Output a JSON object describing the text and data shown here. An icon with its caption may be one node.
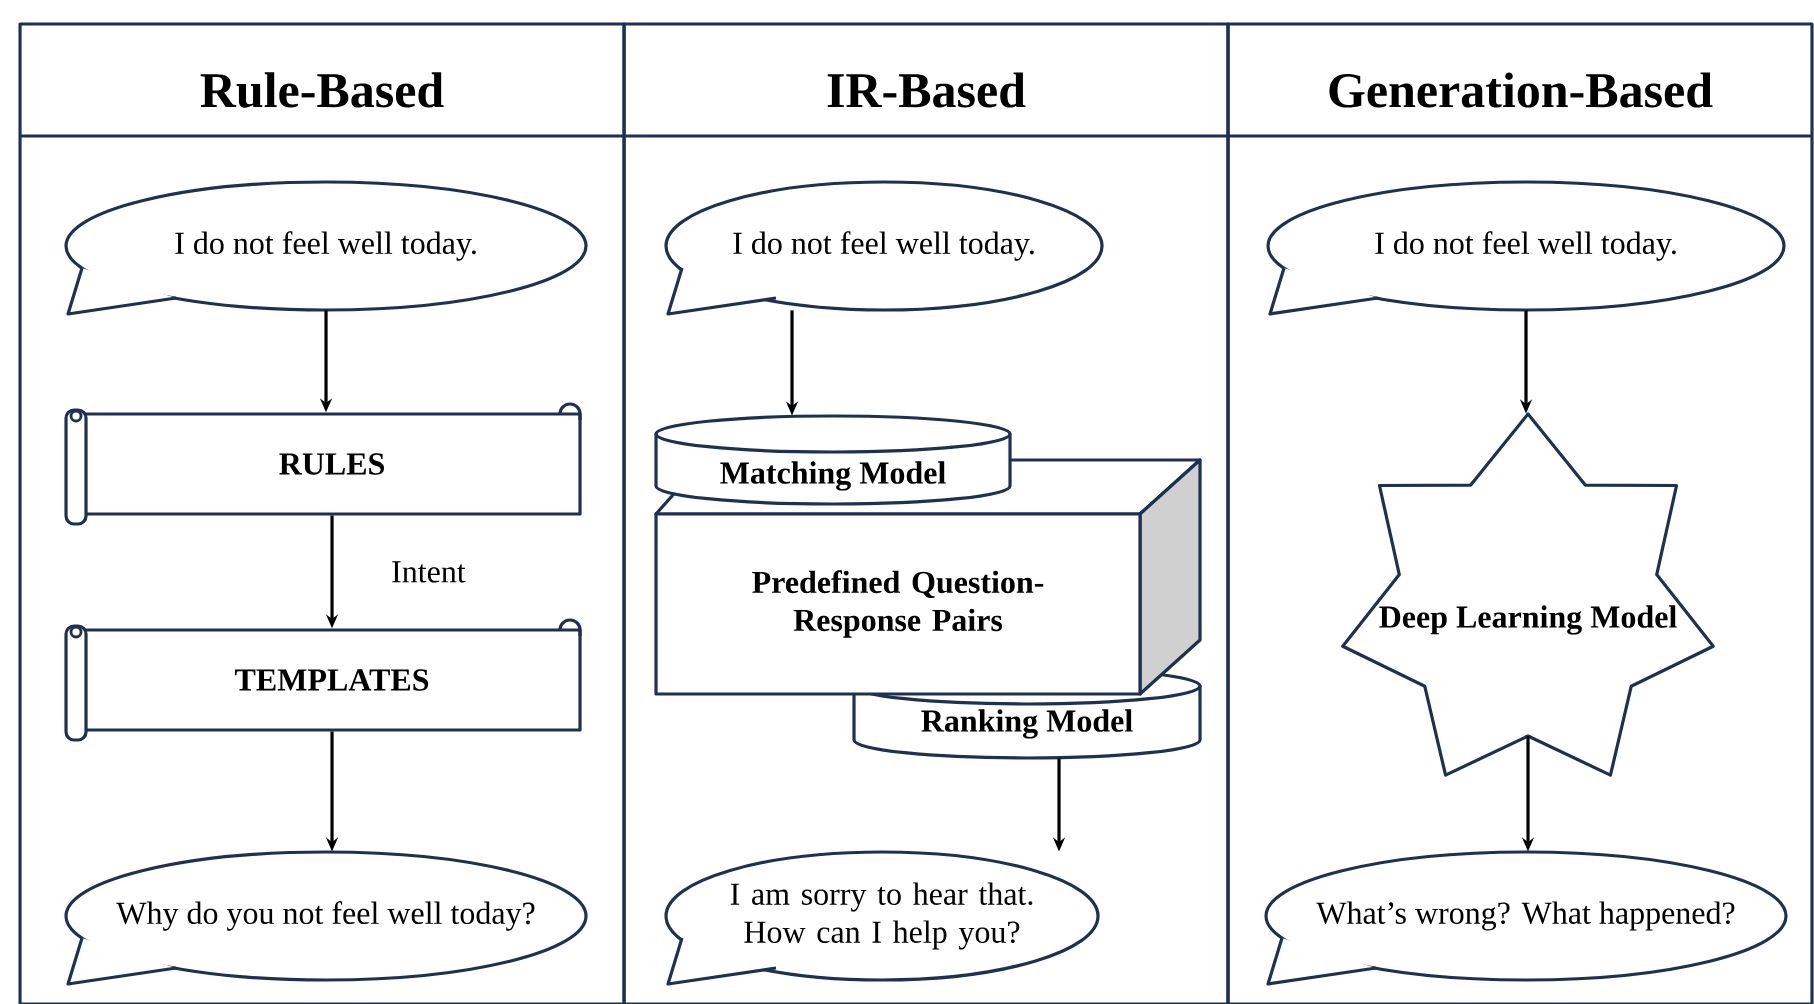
{
  "diagram": {
    "nodes": [
      {
        "text": [
          "Rule-Based"
        ]
      },
      {
        "text": [
          "IR-Based"
        ]
      },
      {
        "text": [
          "Generation-Based"
        ]
      },
      {
        "text": [
          "I do not feel well today."
        ],
        "in": 0
      },
      {
        "text": [
          "RULES"
        ],
        "in": 0
      },
      {
        "text": [
          "TEMPLATES"
        ],
        "in": 0
      },
      {
        "text": [
          "Why do you not feel well today?"
        ],
        "in": 0
      },
      {
        "text": [
          "I do not feel well today."
        ],
        "in": 1
      },
      {
        "text": [
          "Matching Model"
        ],
        "in": 1
      },
      {
        "text": [
          "Predefined Question-Response Pairs"
        ],
        "in": 1
      },
      {
        "text": [
          "Ranking Model"
        ],
        "in": 1
      },
      {
        "text": [
          "I am sorry to hear that. How can I help you?"
        ],
        "in": 1
      },
      {
        "text": [
          "I do not feel well today."
        ],
        "in": 2
      },
      {
        "text": [
          "Deep Learning Model"
        ],
        "in": 2
      },
      {
        "text": [
          "What’s wrong? What happened?"
        ],
        "in": 2
      }
    ],
    "edges": [
      {
        "from": 3,
        "to": 4,
        "arrow": "to"
      },
      {
        "from": 4,
        "to": 5,
        "arrow": "to",
        "label": "Intent"
      },
      {
        "from": 5,
        "to": 6,
        "arrow": "to"
      },
      {
        "from": 7,
        "to": 8,
        "arrow": "to"
      },
      {
        "from": 10,
        "to": 11,
        "arrow": "to"
      },
      {
        "from": 12,
        "to": 13,
        "arrow": "to"
      },
      {
        "from": 13,
        "to": 14,
        "arrow": "to"
      }
    ]
  }
}
